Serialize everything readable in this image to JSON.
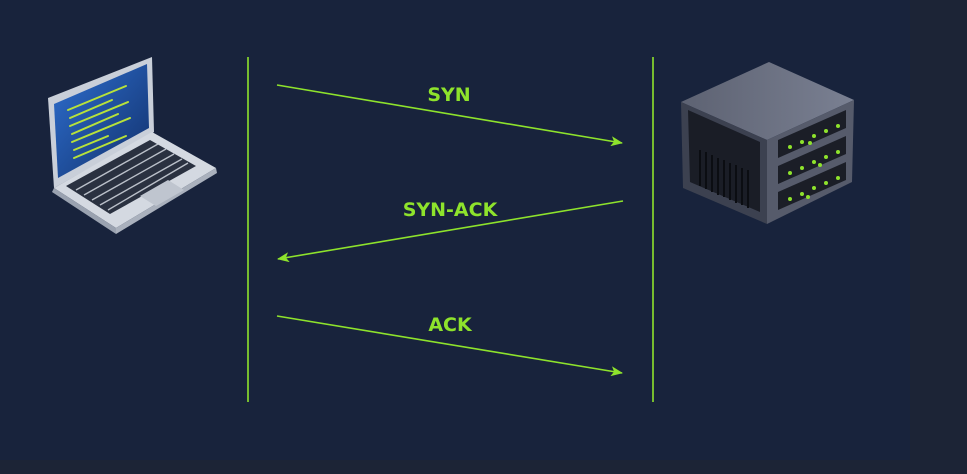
{
  "colors": {
    "background": "#18233c",
    "outer_background": "#1c2436",
    "accent": "#8ee32c"
  },
  "diagram": {
    "client": {
      "icon": "laptop-icon"
    },
    "server": {
      "icon": "server-rack-icon"
    },
    "messages": [
      {
        "label": "SYN",
        "direction": "client-to-server"
      },
      {
        "label": "SYN-ACK",
        "direction": "server-to-client"
      },
      {
        "label": "ACK",
        "direction": "client-to-server"
      }
    ]
  }
}
